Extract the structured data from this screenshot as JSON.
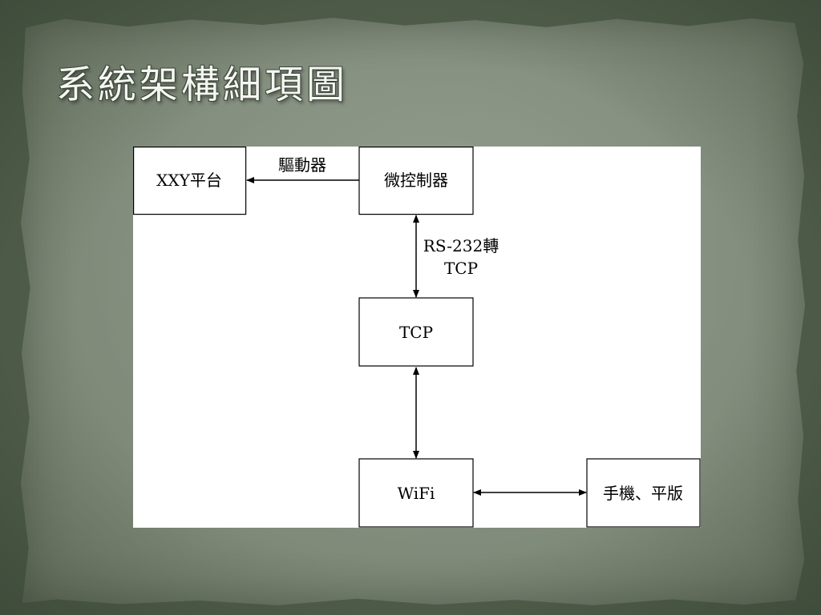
{
  "slide": {
    "title": "系統架構細項圖"
  },
  "diagram": {
    "nodes": {
      "xxy": "XXY平台",
      "mcu": "微控制器",
      "tcp": "TCP",
      "wifi": "WiFi",
      "mobile": "手機、平版"
    },
    "edges": {
      "mcu_to_xxy": "驅動器",
      "mcu_tcp_line1": "RS-232轉",
      "mcu_tcp_line2": "TCP"
    }
  }
}
